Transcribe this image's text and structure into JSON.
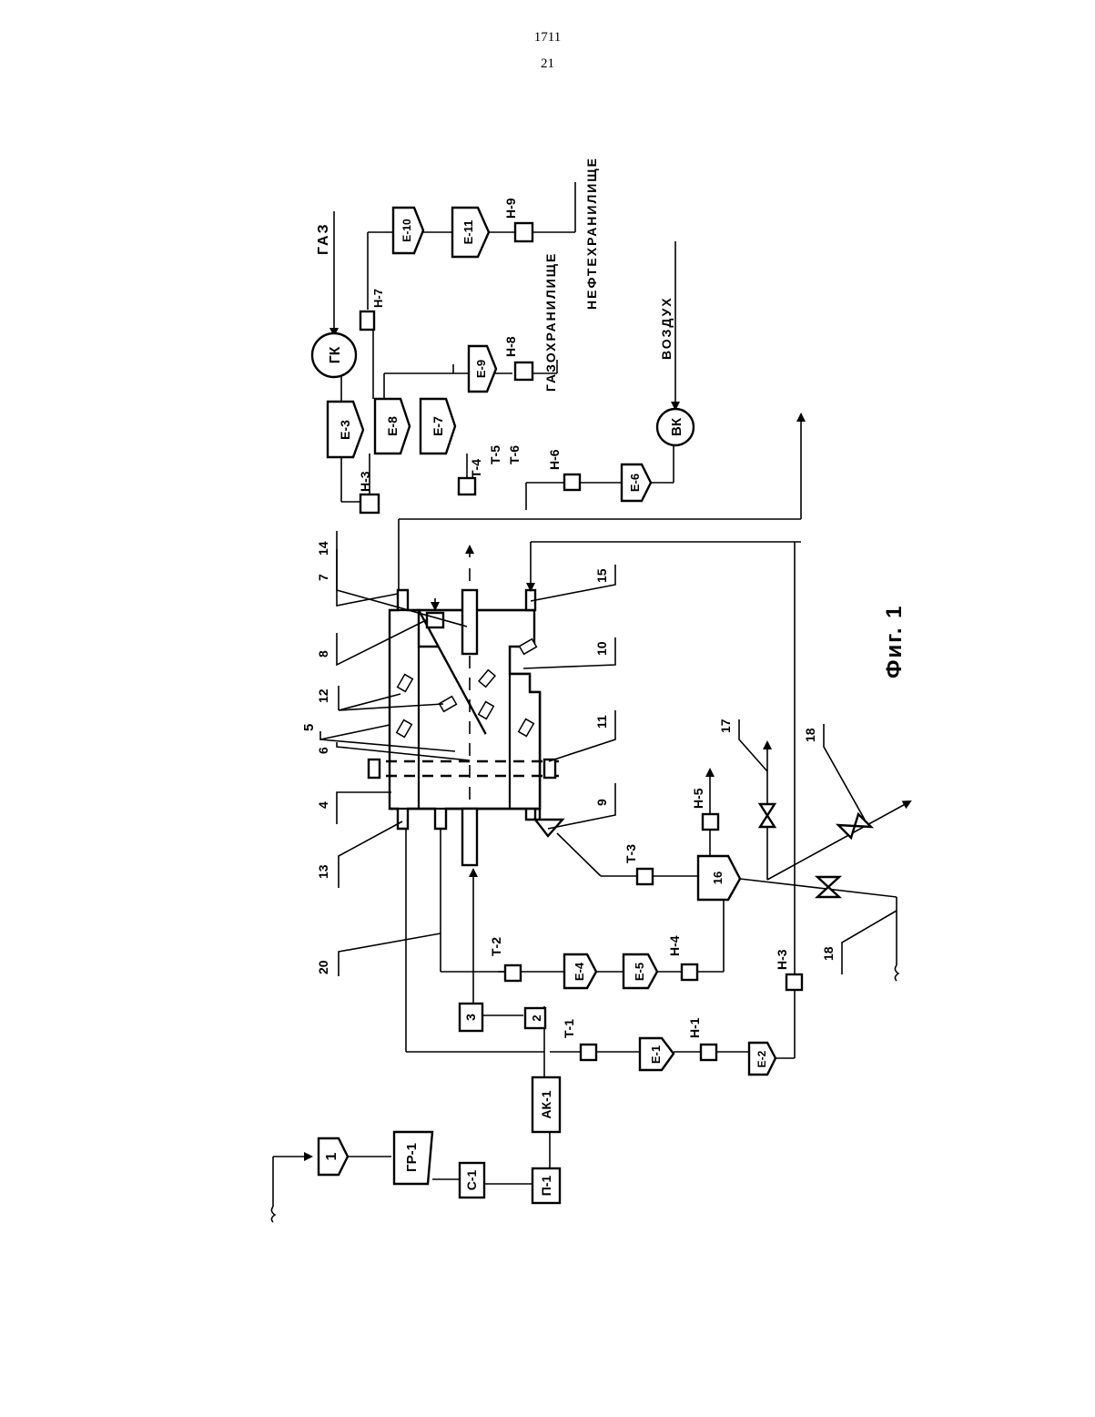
{
  "header": {
    "doc_number": "1711",
    "page_number": "21"
  },
  "figure_caption": "Фиг. 1",
  "streams": {
    "gas": "ГАЗ",
    "air": "ВОЗДУХ",
    "gas_storage": "ГАЗОХРАНИЛИЩЕ",
    "oil_storage": "НЕФТЕХРАНИЛИЩЕ"
  },
  "equipment": {
    "v1": "1",
    "gr1": "ГР-1",
    "c1": "С-1",
    "p1": "П-1",
    "ak1": "АК-1",
    "b2": "2",
    "b3": "3",
    "e1": "Е-1",
    "e2": "Е-2",
    "e3": "Е-3",
    "e4": "Е-4",
    "e5": "Е-5",
    "e6": "Е-6",
    "e7": "Е-7",
    "e8": "Е-8",
    "e9": "Е-9",
    "e10": "Е-10",
    "e11": "Е-11",
    "e16": "16",
    "gk": "ГК",
    "vk": "ВК"
  },
  "instruments": {
    "t1": "Т-1",
    "t2": "Т-2",
    "t3": "Т-3",
    "t456": [
      "Т-4",
      "Т-5",
      "Т-6"
    ],
    "n1": "Н-1",
    "n3a": "Н-3",
    "n3b": "Н-3",
    "n4": "Н-4",
    "n5": "Н-5",
    "n6": "Н-6",
    "n7": "Н-7",
    "n8": "Н-8",
    "n9": "Н-9"
  },
  "callouts": [
    "4",
    "5",
    "6",
    "7",
    "8",
    "9",
    "10",
    "11",
    "12",
    "13",
    "14",
    "15",
    "16",
    "17",
    "18",
    "20"
  ]
}
